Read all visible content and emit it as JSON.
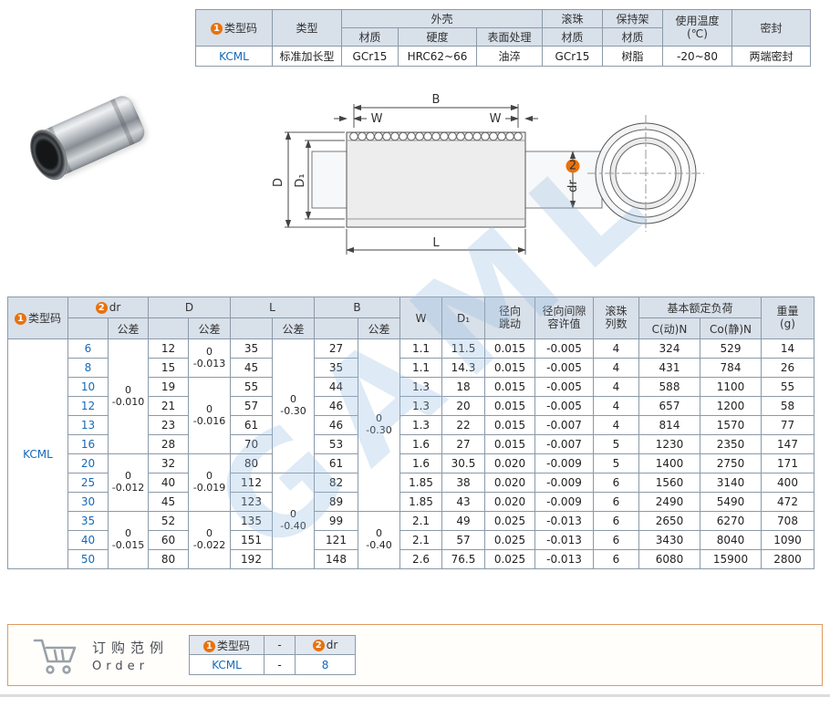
{
  "colors": {
    "accent": "#e8720c",
    "blue": "#1569b8",
    "header_bg": "#d8e0ea",
    "border": "#8b9aa8"
  },
  "page": {
    "watermark": "GAML"
  },
  "spec_table": {
    "headers": {
      "type_code_badge": "1",
      "type_code": "类型码",
      "type": "类型",
      "shell": "外壳",
      "material": "材质",
      "hardness": "硬度",
      "surface": "表面处理",
      "ball": "滚珠",
      "cage": "保持架",
      "temp": "使用温度\n(℃)",
      "seal": "密封"
    },
    "row": {
      "code": "KCML",
      "type": "标准加长型",
      "shell_material": "GCr15",
      "shell_hardness": "HRC62~66",
      "shell_surface": "油淬",
      "ball_material": "GCr15",
      "cage_material": "树脂",
      "temp": "-20~80",
      "seal": "两端密封"
    }
  },
  "drawing": {
    "labels": {
      "B": "B",
      "W": "W",
      "D": "D",
      "D1": "D₁",
      "L": "L",
      "dr_badge": "2",
      "dr": "dr"
    }
  },
  "main_table": {
    "header": {
      "type_code_badge": "1",
      "type_code": "类型码",
      "dr_badge": "2",
      "dr": "dr",
      "tol": "公差",
      "D": "D",
      "L": "L",
      "B": "B",
      "W": "W",
      "D1": "D₁",
      "runout": "径向\n跳动",
      "clearance": "径向间隙\n容许值",
      "ball_rows": "滚珠\n列数",
      "load": "基本额定负荷",
      "load_c": "C(动)N",
      "load_co": "Co(静)N",
      "weight": "重量\n(g)"
    },
    "model": "KCML",
    "rows": [
      [
        "6",
        "12",
        "35",
        "27",
        "1.1",
        "11.5",
        "0.015",
        "-0.005",
        "4",
        "324",
        "529",
        "14"
      ],
      [
        "8",
        "15",
        "45",
        "35",
        "1.1",
        "14.3",
        "0.015",
        "-0.005",
        "4",
        "431",
        "784",
        "26"
      ],
      [
        "10",
        "19",
        "55",
        "44",
        "1.3",
        "18",
        "0.015",
        "-0.005",
        "4",
        "588",
        "1100",
        "55"
      ],
      [
        "12",
        "21",
        "57",
        "46",
        "1.3",
        "20",
        "0.015",
        "-0.005",
        "4",
        "657",
        "1200",
        "58"
      ],
      [
        "13",
        "23",
        "61",
        "46",
        "1.3",
        "22",
        "0.015",
        "-0.007",
        "4",
        "814",
        "1570",
        "77"
      ],
      [
        "16",
        "28",
        "70",
        "53",
        "1.6",
        "27",
        "0.015",
        "-0.007",
        "5",
        "1230",
        "2350",
        "147"
      ],
      [
        "20",
        "32",
        "80",
        "61",
        "1.6",
        "30.5",
        "0.020",
        "-0.009",
        "5",
        "1400",
        "2750",
        "171"
      ],
      [
        "25",
        "40",
        "112",
        "82",
        "1.85",
        "38",
        "0.020",
        "-0.009",
        "6",
        "1560",
        "3140",
        "400"
      ],
      [
        "30",
        "45",
        "123",
        "89",
        "1.85",
        "43",
        "0.020",
        "-0.009",
        "6",
        "2490",
        "5490",
        "472"
      ],
      [
        "35",
        "52",
        "135",
        "99",
        "2.1",
        "49",
        "0.025",
        "-0.013",
        "6",
        "2650",
        "6270",
        "708"
      ],
      [
        "40",
        "60",
        "151",
        "121",
        "2.1",
        "57",
        "0.025",
        "-0.013",
        "6",
        "3430",
        "8040",
        "1090"
      ],
      [
        "50",
        "80",
        "192",
        "148",
        "2.6",
        "76.5",
        "0.025",
        "-0.013",
        "6",
        "6080",
        "15900",
        "2800"
      ]
    ],
    "tol_groups": {
      "dr": [
        {
          "start": 0,
          "span": 6,
          "val": "0\n-0.010"
        },
        {
          "start": 6,
          "span": 3,
          "val": "0\n-0.012"
        },
        {
          "start": 9,
          "span": 3,
          "val": "0\n-0.015"
        }
      ],
      "D": [
        {
          "start": 0,
          "span": 2,
          "val": "0\n-0.013"
        },
        {
          "start": 2,
          "span": 4,
          "val": "0\n-0.016"
        },
        {
          "start": 6,
          "span": 3,
          "val": "0\n-0.019"
        },
        {
          "start": 9,
          "span": 3,
          "val": "0\n-0.022"
        }
      ],
      "L": [
        {
          "start": 0,
          "span": 7,
          "val": "0\n-0.30"
        },
        {
          "start": 7,
          "span": 5,
          "val": "0\n-0.40"
        }
      ],
      "B": [
        {
          "start": 0,
          "span": 9,
          "val": "0\n-0.30"
        },
        {
          "start": 9,
          "span": 3,
          "val": "0\n-0.40"
        }
      ]
    }
  },
  "order": {
    "title": "订购范例",
    "subtitle": "Order",
    "col1_badge": "1",
    "col1_label": "类型码",
    "dash": "-",
    "col2_badge": "2",
    "col2_label": "dr",
    "code": "KCML",
    "value": "8"
  }
}
